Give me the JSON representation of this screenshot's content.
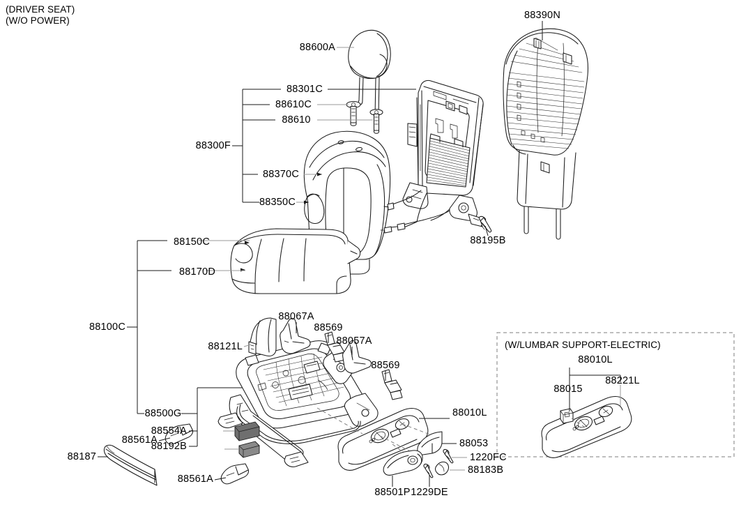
{
  "diagram": {
    "title_line1": "(DRIVER SEAT)",
    "title_line2": "(W/O POWER)",
    "inset_title": "(W/LUMBAR SUPPORT-ELECTRIC)",
    "line_color": "#1a1a1a",
    "text_color": "#000000",
    "background": "#ffffff",
    "fill_gray": "#6f6f6f"
  },
  "callouts": {
    "headrest": "88600A",
    "back_assy": "88301C",
    "headrest_guide_lock": "88610C",
    "headrest_guide": "88610",
    "back_group": "88300F",
    "back_pad": "88370C",
    "back_cover_side": "88350C",
    "cushion_cover": "88150C",
    "cushion_pad": "88170D",
    "cushion_group": "88100C",
    "track_assy": "88500G",
    "back_board": "88390N",
    "back_bolt": "88195B",
    "bracket_a": "88067A",
    "clip_left": "88121L",
    "knob_upper": "88569",
    "bracket_b": "88057A",
    "knob_lower": "88569",
    "shield_outer": "88010L",
    "cap_small": "88053",
    "screw_1220fc": "1220FC",
    "handle": "88501P",
    "screw_1229de": "1229DE",
    "cap_88183b": "88183B",
    "pad_88554a": "88554A",
    "pad_88192b": "88192B",
    "clip_88561a_top": "88561A",
    "clip_88561a_bottom": "88561A",
    "trim_88187": "88187",
    "inset_shield": "88010L",
    "inset_switch": "88015",
    "inset_cover": "88221L"
  }
}
